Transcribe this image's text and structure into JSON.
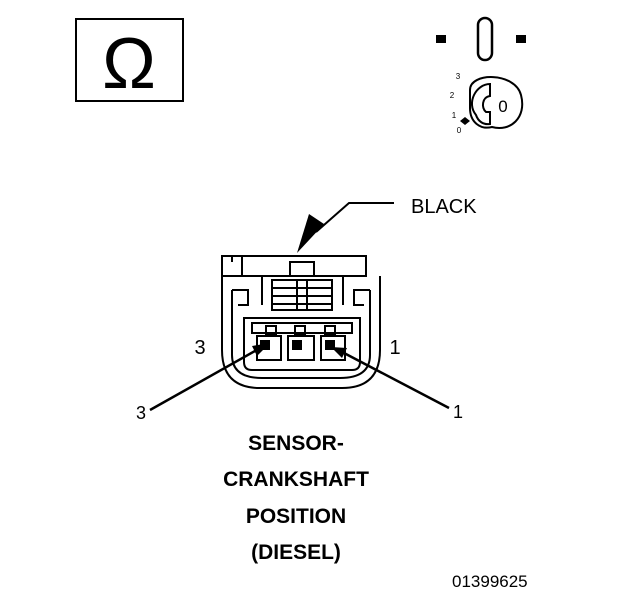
{
  "ohm_symbol": "Ω",
  "ignition": {
    "positions": [
      "3",
      "2",
      "1",
      "0"
    ],
    "key_position": "0"
  },
  "connector": {
    "color_label": "BLACK",
    "pin_left_inner": "3",
    "pin_right_inner": "1",
    "pin_left_outer": "3",
    "pin_right_outer": "1"
  },
  "title_lines": [
    "SENSOR-",
    "CRANKSHAFT",
    "POSITION",
    "(DIESEL)"
  ],
  "figure_id": "01399625"
}
